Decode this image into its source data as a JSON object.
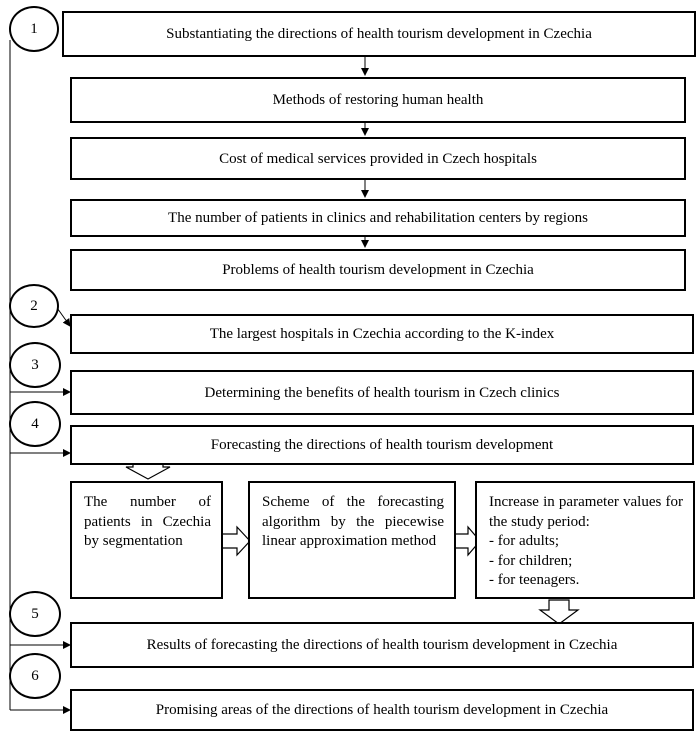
{
  "steps": [
    "Substantiating the directions of health tourism development in Czechia",
    "Methods of restoring human health",
    "Cost of medical services provided in Czech hospitals",
    "The number of patients in clinics and rehabilitation centers by regions",
    "Problems of health tourism development in Czechia",
    "The largest hospitals in Czechia according to the K-index",
    "Determining the benefits of health tourism in Czech clinics",
    "Forecasting the directions of health tourism development",
    "Results of forecasting the directions of health tourism development in Czechia",
    "Promising areas of the directions of health tourism development in Czechia"
  ],
  "forecast_boxes": {
    "patients": "The number of patients in Czechia by segmentation",
    "scheme": "Scheme of the forecasting algorithm by the piecewise linear approximation method",
    "increase_title": "Increase in parameter values for the study period:",
    "increase_items": [
      "- for adults;",
      "- for children;",
      "- for teenagers."
    ]
  },
  "circles": [
    "1",
    "2",
    "3",
    "4",
    "5",
    "6"
  ]
}
